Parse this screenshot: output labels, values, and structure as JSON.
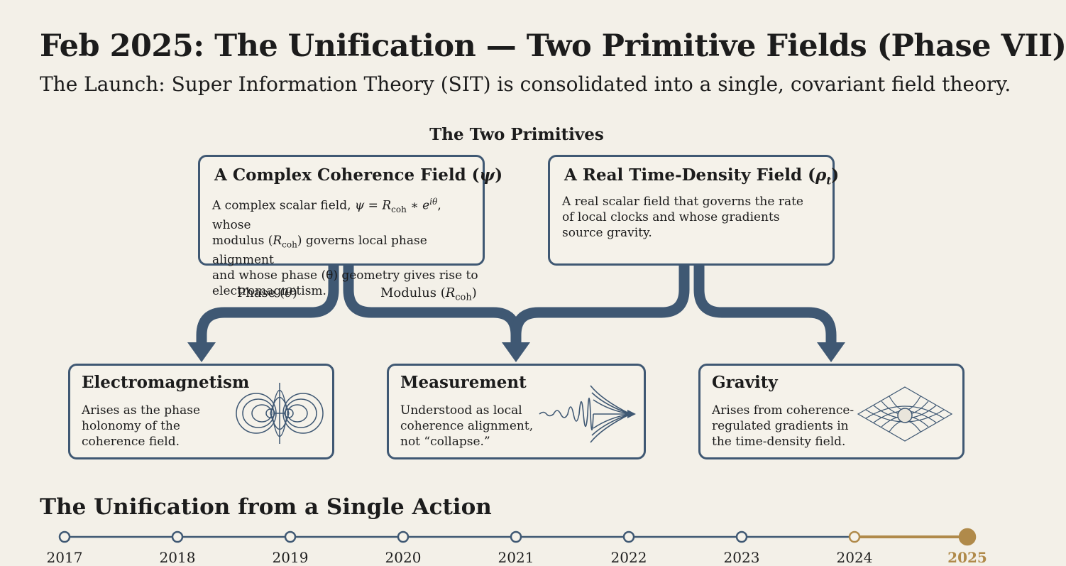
{
  "header": {
    "title": "Feb 2025: The Unification — Two Primitive Fields (Phase VII)",
    "subtitle": "The Launch: Super Information Theory (SIT) is consolidated into a single, covariant field theory."
  },
  "primitives": {
    "heading": "The Two Primitives",
    "coherence": {
      "title_text": "A Complex Coherence Field (",
      "title_symbol": "ψ",
      "title_close": ")",
      "body_l1a": "A complex scalar field, ",
      "body_l1_eq": "ψ = R",
      "body_l1_sub": "coh",
      "body_l1_mid": " ∗ e",
      "body_l1_sup": "iθ",
      "body_l1b": ", whose",
      "body_l2a": "modulus (",
      "body_l2_sym": "R",
      "body_l2_sub": "coh",
      "body_l2b": ") governs local phase alignment",
      "body_l3": "and whose phase (θ) geometry gives rise to",
      "body_l4": "electromagnetism."
    },
    "time_density": {
      "title_text": "A Real Time-Density Field (",
      "title_symbol": "ρ",
      "title_sub": "t",
      "title_close": ")",
      "body": "A real scalar field that governs the rate of local clocks and whose gradients source gravity."
    }
  },
  "flows": {
    "phase_label_a": "Phase (",
    "phase_symbol": "θ",
    "phase_label_b": ")",
    "modulus_label_a": "Modulus (",
    "modulus_symbol": "R",
    "modulus_sub": "coh",
    "modulus_label_b": ")"
  },
  "outcomes": {
    "em": {
      "title": "Electromagnetism",
      "body": "Arises as the phase holonomy of the coherence field.",
      "icon": "field-lines-icon"
    },
    "measurement": {
      "title": "Measurement",
      "body": "Understood as local coherence alignment, not “collapse.”",
      "icon": "wave-alignment-icon"
    },
    "gravity": {
      "title": "Gravity",
      "body": "Arises from coherence-regulated gradients in the time-density field.",
      "icon": "spacetime-grid-icon"
    }
  },
  "timeline": {
    "heading": "The Unification from a Single Action",
    "years": [
      "2017",
      "2018",
      "2019",
      "2020",
      "2021",
      "2022",
      "2023",
      "2024",
      "2025"
    ],
    "active_year": "2025",
    "accent_color": "#b08a4a",
    "line_color": "#3f5873"
  }
}
